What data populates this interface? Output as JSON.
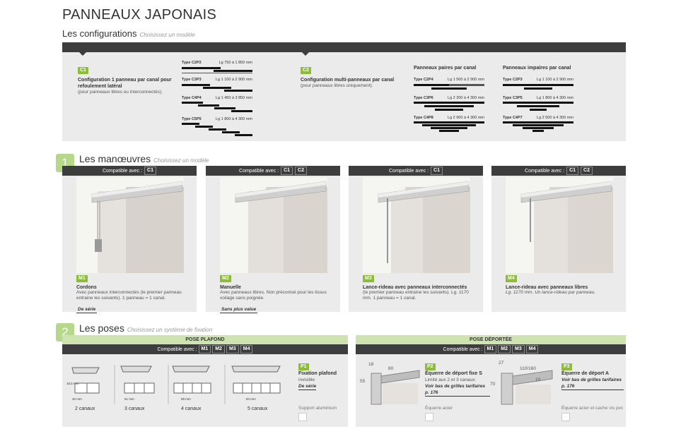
{
  "page": {
    "title": "PANNEAUX JAPONAIS",
    "configurations": {
      "title": "Les configurations",
      "hint": "Choisissez un modèle"
    }
  },
  "config": {
    "c1": {
      "badge": "C1",
      "title": "Configuration 1 panneau par canal pour refoulement latéral",
      "desc": "(pour panneaux libres ou interconnectés).",
      "types": [
        {
          "type": "Type C2P2",
          "range": "Lg 750 à 1 850 mm"
        },
        {
          "type": "Type C3P3",
          "range": "Lg 1 100 à 2 900 mm"
        },
        {
          "type": "Type C4P4",
          "range": "Lg 1 450 à 3 850 mm"
        },
        {
          "type": "Type C5P5",
          "range": "Lg 1 800 à 4 300 mm"
        }
      ]
    },
    "c2": {
      "badge": "C2",
      "title": "Configuration multi-panneaux par canal",
      "desc": "(pour panneaux libres uniquement).",
      "pairs": {
        "head": "Panneaux paires par canal",
        "types": [
          {
            "type": "Type C2P4",
            "range": "Lg 1 500 à 2 900 mm"
          },
          {
            "type": "Type C3P6",
            "range": "Lg 2 200 à 4 300 mm"
          },
          {
            "type": "Type C4P8",
            "range": "Lg 2 900 à 4 300 mm"
          }
        ]
      },
      "impairs": {
        "head": "Panneaux impaires par canal",
        "types": [
          {
            "type": "Type C2P3",
            "range": "Lg 1 100 à 2 900 mm"
          },
          {
            "type": "Type C3P5",
            "range": "Lg 1 800 à 4 300 mm"
          },
          {
            "type": "Type C4P7",
            "range": "Lg 2 500 à 4 300 mm"
          }
        ]
      }
    }
  },
  "manoeuvres": {
    "num": "1",
    "title": "Les manœuvres",
    "hint": "Choisissez un modèle",
    "compat_label": "Compatible avec :",
    "cards": [
      {
        "compat": [
          "C1"
        ],
        "badge": "M1",
        "title": "Cordons",
        "desc": "Avec panneaux interconnectés (le premier panneau entraine les suivants). 1 panneau = 1 canal.",
        "tag": "De série"
      },
      {
        "compat": [
          "C1",
          "C2"
        ],
        "badge": "M2",
        "title": "Manuelle",
        "desc": "Avec panneaux libres. Non préconisé pour les tissus voilage sans poignée.",
        "tag": "Sans plus value"
      },
      {
        "compat": [
          "C1"
        ],
        "badge": "M3",
        "title": "Lance-rideau avec panneaux interconnectés",
        "desc": "(le premier panneau entraine les suivants). Lg. 1170 mm. 1 panneau = 1 canal.",
        "tag": ""
      },
      {
        "compat": [
          "C1",
          "C2"
        ],
        "badge": "M4",
        "title": "Lance-rideau avec panneaux libres",
        "desc": "Lg. 1170 mm. Un lance-rideau par panneau.",
        "tag": ""
      }
    ]
  },
  "poses": {
    "num": "2",
    "title": "Les poses",
    "hint": "Choisissez un système de fixation",
    "compat_label": "Compatible avec :",
    "compat": [
      "M1",
      "M2",
      "M3",
      "M4"
    ],
    "plafond": {
      "head": "POSE PLAFOND",
      "channels": [
        {
          "label": "2 canaux",
          "dim": "40 mm"
        },
        {
          "label": "3 canaux",
          "dim": "51 mm"
        },
        {
          "label": "4 canaux",
          "dim": "68 mm"
        },
        {
          "label": "5 canaux",
          "dim": "84 mm"
        }
      ],
      "height_dim": "15,5 mm",
      "badge": "P1",
      "title": "Fixation plafond",
      "sub": "invisible",
      "tag": "De série",
      "support": "Support aluminium"
    },
    "deporte": {
      "head": "POSE DÉPORTÉE",
      "p2": {
        "badge": "P2",
        "title": "Équerre de déport fixe S",
        "sub": "Limité aux 2 et 3 canaux.",
        "note": "Voir bas de grilles tarifaires p. 176",
        "material": "Équerre acier",
        "dims": [
          "18",
          "80",
          "55"
        ]
      },
      "p3": {
        "badge": "P3",
        "title": "Équerre de déport A",
        "note": "Voir bas de grilles tarifaires p. 176",
        "material": "Équerre acier et cache vis pvc",
        "dims": [
          "27",
          "110/160",
          "10",
          "70"
        ]
      }
    }
  },
  "colors": {
    "accent": "#8dbb3a",
    "dark": "#3d3d3d",
    "panel": "#ebebeb",
    "light_green": "#cfe3b0"
  }
}
